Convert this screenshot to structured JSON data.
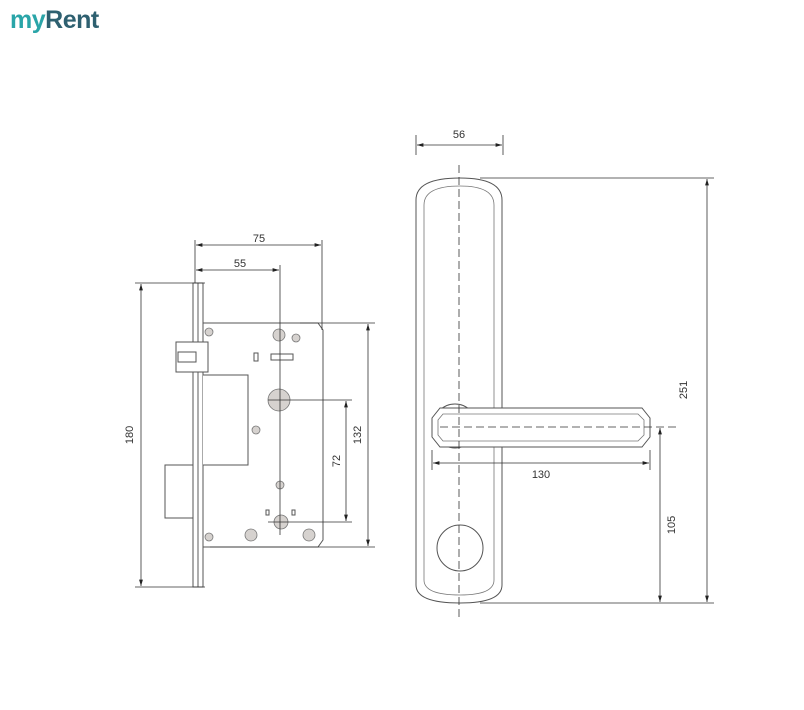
{
  "logo": {
    "part1": "my",
    "part2": "Rent",
    "color1": "#2aa5a8",
    "color2": "#2e6070"
  },
  "mortise_lock": {
    "dim_width": "75",
    "dim_backset": "55",
    "dim_faceplate_height": "180",
    "dim_body_height": "132",
    "dim_spindle_to_cylinder": "72"
  },
  "handle": {
    "dim_escutcheon_width": "56",
    "dim_escutcheon_height": "251",
    "dim_lever_length": "130",
    "dim_lever_height_from_bottom": "105"
  }
}
